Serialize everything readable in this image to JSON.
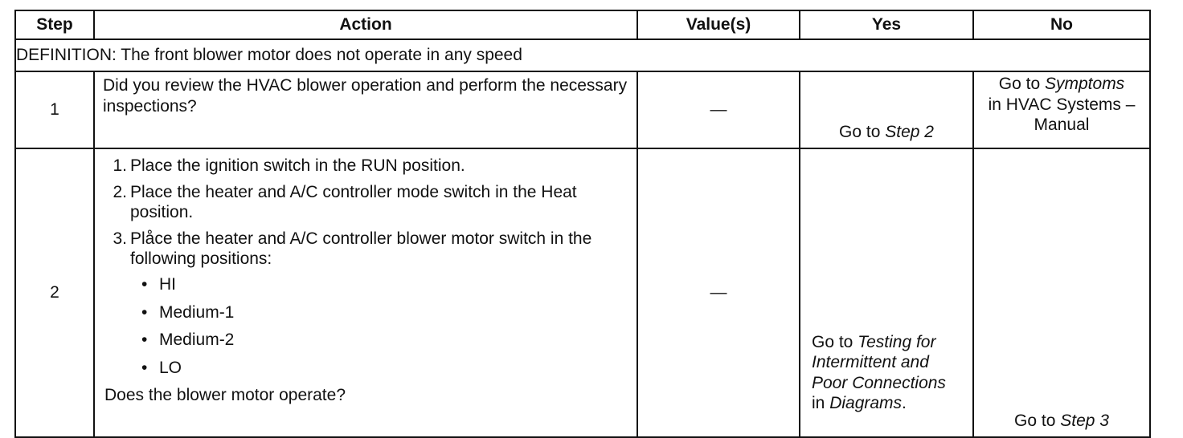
{
  "headers": {
    "step": "Step",
    "action": "Action",
    "values": "Value(s)",
    "yes": "Yes",
    "no": "No"
  },
  "definition": "DEFINITION: The front blower motor does not operate in any speed",
  "rows": [
    {
      "step": "1",
      "action": "Did you review the HVAC blower operation and perform the necessary inspections?",
      "value": "—",
      "yes": {
        "prefix": "Go to ",
        "link": "Step 2"
      },
      "no": {
        "prefix": "Go to ",
        "link": "Symptoms",
        "suffix": "in HVAC Systems – Manual"
      }
    },
    {
      "step": "2",
      "steps": [
        {
          "num": "1.",
          "text": "Place the ignition switch in the RUN position."
        },
        {
          "num": "2.",
          "text": "Place the heater and A/C controller mode switch in the Heat position."
        },
        {
          "num": "3.",
          "text": "Plåce the heater and A/C controller blower motor switch in the following positions:"
        }
      ],
      "positions": [
        "HI",
        "Medium-1",
        "Medium-2",
        "LO"
      ],
      "question": "Does the blower motor operate?",
      "value": "—",
      "yes": {
        "prefix": "Go to ",
        "link": "Testing for Intermittent and Poor Connections",
        "middle": "in ",
        "link2": "Diagrams",
        "suffix": "."
      },
      "no": {
        "prefix": "Go to ",
        "link": "Step 3"
      }
    }
  ]
}
